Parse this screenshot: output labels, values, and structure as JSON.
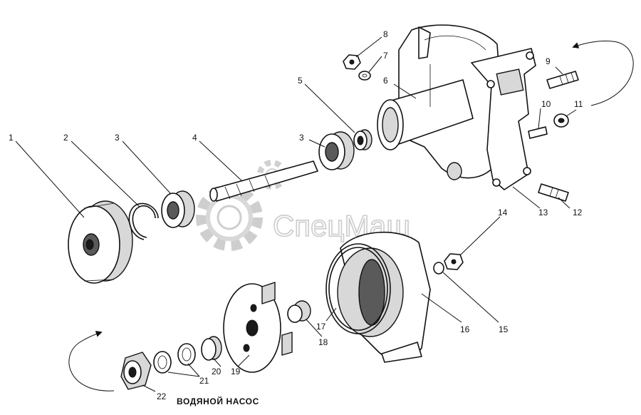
{
  "caption": "ВОДЯНОЙ НАСОС",
  "watermark": {
    "text": "СпецМаш",
    "color": "#c6c6c6"
  },
  "part_labels": [
    "1",
    "2",
    "3",
    "4",
    "3",
    "5",
    "6",
    "7",
    "8",
    "9",
    "10",
    "11",
    "12",
    "13",
    "14",
    "15",
    "16",
    "17",
    "18",
    "19",
    "20",
    "21",
    "21",
    "22"
  ],
  "arrows": [
    "flow-arrow-top-right",
    "flow-arrow-bottom-left"
  ]
}
